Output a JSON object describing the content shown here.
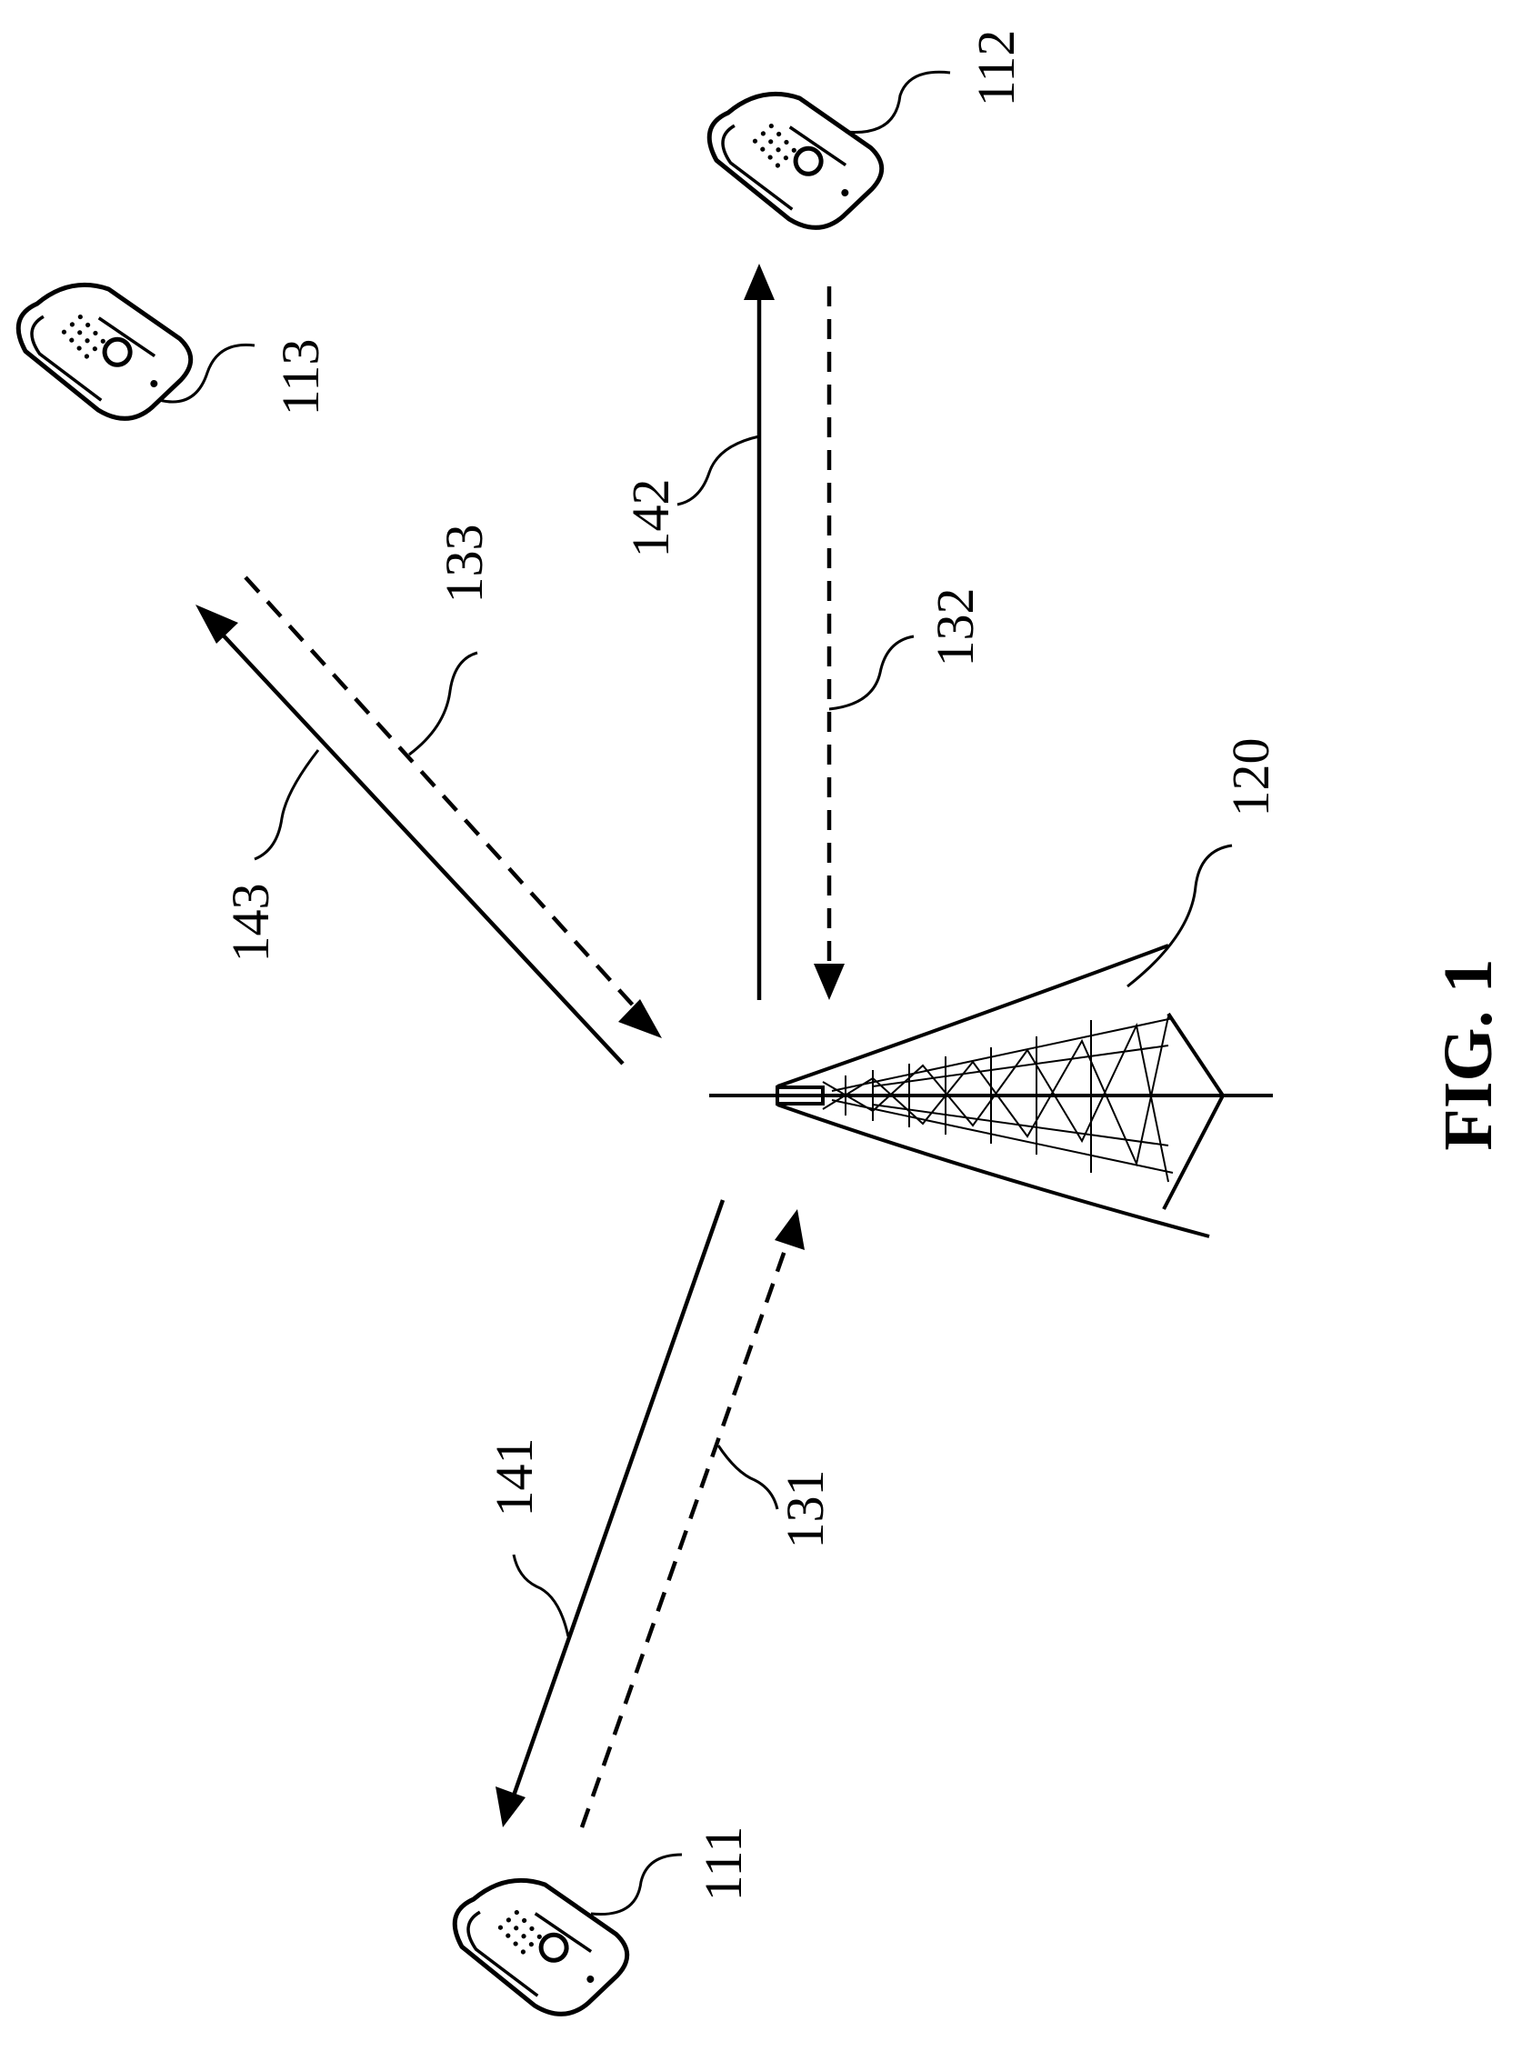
{
  "figure": {
    "caption": "FIG. 1",
    "base_station": {
      "ref": "120"
    },
    "terminals": [
      {
        "id": "ue-111",
        "ref": "111"
      },
      {
        "id": "ue-112",
        "ref": "112"
      },
      {
        "id": "ue-113",
        "ref": "113"
      }
    ],
    "links": [
      {
        "ref": "131",
        "style": "dashed",
        "direction": "to-base-station",
        "terminal": "111"
      },
      {
        "ref": "132",
        "style": "dashed",
        "direction": "to-base-station",
        "terminal": "112"
      },
      {
        "ref": "133",
        "style": "dashed",
        "direction": "to-base-station",
        "terminal": "113"
      },
      {
        "ref": "141",
        "style": "solid",
        "direction": "to-terminal",
        "terminal": "111"
      },
      {
        "ref": "142",
        "style": "solid",
        "direction": "to-terminal",
        "terminal": "112"
      },
      {
        "ref": "143",
        "style": "solid",
        "direction": "to-terminal",
        "terminal": "113"
      }
    ]
  }
}
